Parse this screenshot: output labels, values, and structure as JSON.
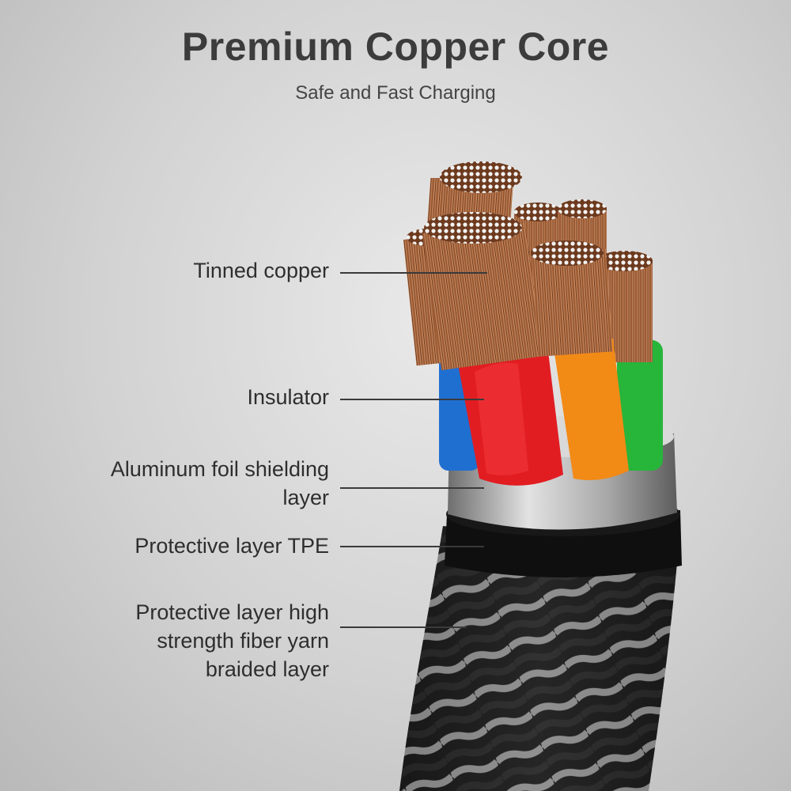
{
  "header": {
    "title": "Premium Copper Core",
    "subtitle": "Safe and Fast Charging"
  },
  "labels": [
    {
      "text": "Tinned copper"
    },
    {
      "text": "Insulator"
    },
    {
      "text": "Aluminum foil shielding\nlayer"
    },
    {
      "text": "Protective layer TPE"
    },
    {
      "text": "Protective layer high\nstrength fiber yarn\nbraided layer"
    }
  ],
  "colors": {
    "copper": "#c9784a",
    "blue_insulator": "#1f6fd1",
    "red_insulator": "#e11d22",
    "orange_insulator": "#f28a16",
    "green_insulator": "#27b53a",
    "foil": "#b8b8b8",
    "tpe": "#111111",
    "braid_dark": "#1e1e1e",
    "braid_light": "#bdbdbd"
  }
}
